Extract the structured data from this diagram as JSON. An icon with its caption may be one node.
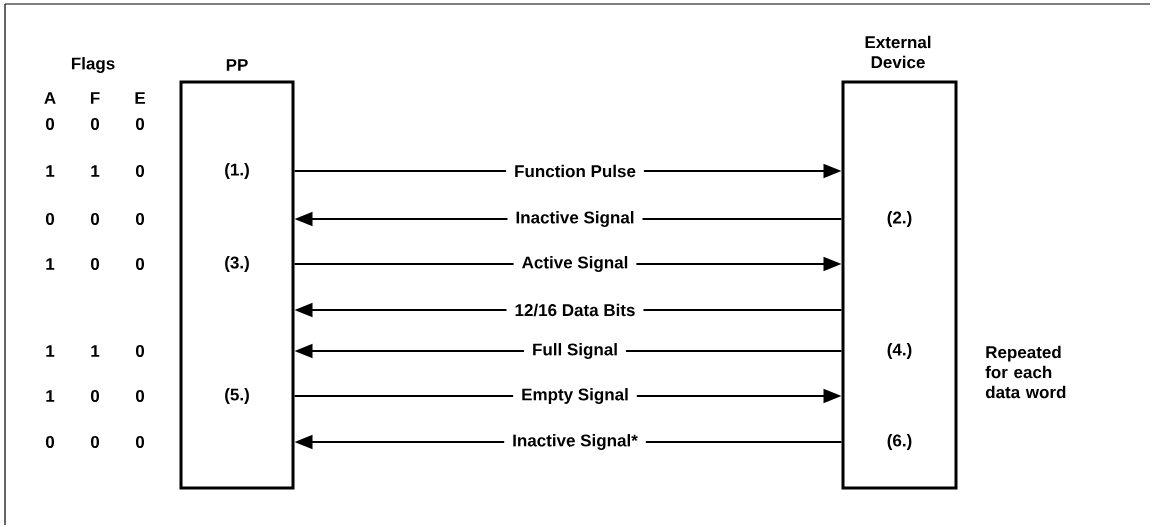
{
  "diagram": {
    "nodes": [
      {
        "text": [
          "PP",
          "(1.)",
          "(3.)",
          "(5.)"
        ]
      },
      {
        "text": [
          "External Device",
          "(2.)",
          "(4.)",
          "(6.)"
        ]
      }
    ],
    "edges": [
      {
        "from": 0,
        "to": 1,
        "arrow": "to",
        "label": "Function Pulse"
      },
      {
        "from": 1,
        "to": 0,
        "arrow": "to",
        "label": "Inactive Signal"
      },
      {
        "from": 0,
        "to": 1,
        "arrow": "to",
        "label": "Active Signal"
      },
      {
        "from": 1,
        "to": 0,
        "arrow": "to",
        "label": "12/16 Data Bits"
      },
      {
        "from": 1,
        "to": 0,
        "arrow": "to",
        "label": "Full Signal"
      },
      {
        "from": 0,
        "to": 1,
        "arrow": "to",
        "label": "Empty Signal"
      },
      {
        "from": 1,
        "to": 0,
        "arrow": "to",
        "label": "Inactive Signal*"
      }
    ],
    "labels": [
      "Flags",
      "A",
      "F",
      "E",
      "0",
      "0",
      "0",
      "1",
      "1",
      "0",
      "0",
      "0",
      "0",
      "1",
      "0",
      "0",
      "1",
      "1",
      "0",
      "1",
      "0",
      "0",
      "0",
      "0",
      "0",
      "Repeated for each data word"
    ]
  }
}
